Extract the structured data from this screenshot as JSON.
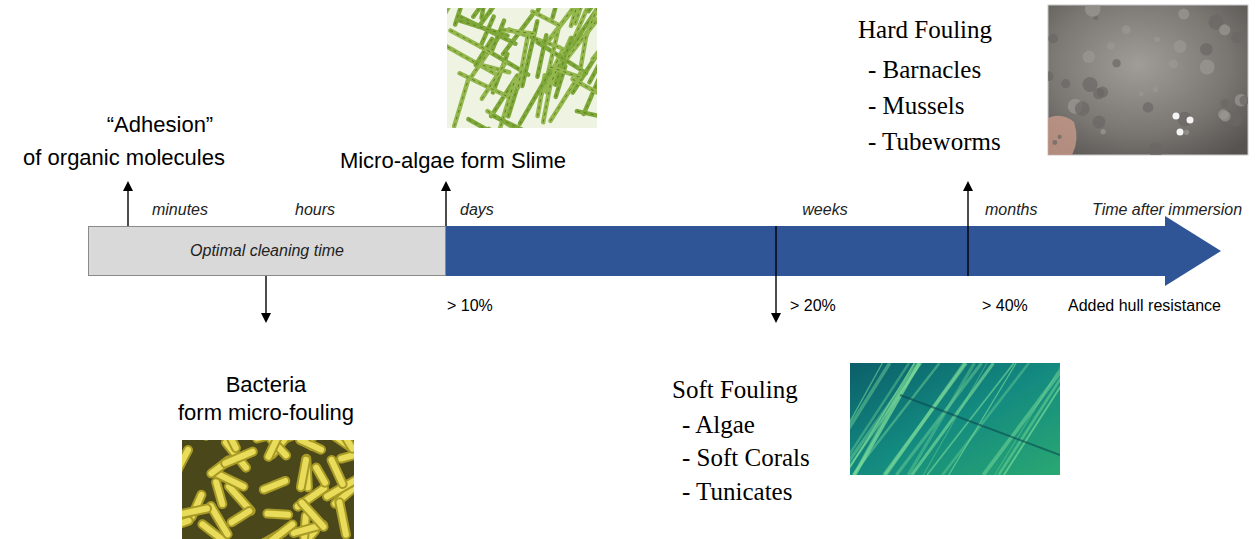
{
  "diagram": {
    "nodes": [
      {
        "text": [
          "Optimal cleaning time"
        ]
      }
    ],
    "labels": [
      "“Adhesion”",
      "of organic molecules",
      "Micro-algae form Slime",
      "Hard Fouling",
      "- Barnacles",
      "- Mussels",
      "- Tubeworms",
      "minutes",
      "hours",
      "days",
      "weeks",
      "months",
      "Time after immersion",
      "> 10%",
      "> 20%",
      "> 40%",
      "Added hull resistance",
      "Bacteria",
      "form micro-fouling",
      "Soft Fouling",
      "- Algae",
      "- Soft Corals",
      "- Tunicates"
    ]
  }
}
